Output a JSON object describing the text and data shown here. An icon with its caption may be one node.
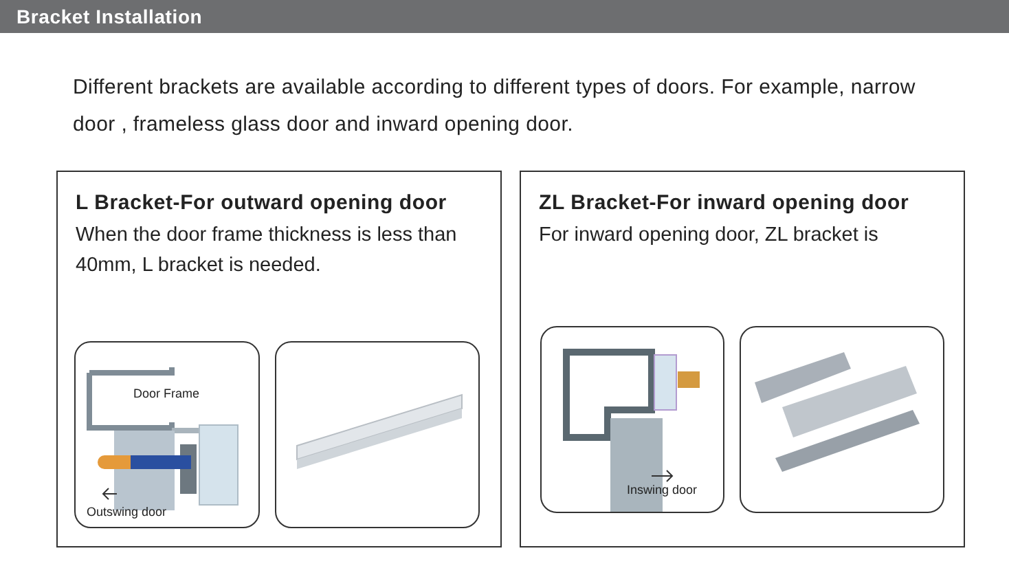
{
  "diagram": {
    "title": "Bracket Installation",
    "nodes": [
      {
        "text": [
          "L Bracket-For outward opening door",
          "When the door frame thickness is less than 40mm, L bracket is needed."
        ]
      },
      {
        "text": [
          "Door Frame",
          "Outswing door"
        ],
        "in": 0
      },
      {
        "text": [],
        "shape": "picture",
        "in": 0
      },
      {
        "text": [
          "ZL Bracket-For inward opening door",
          "For inward opening door, ZL bracket is"
        ]
      },
      {
        "text": [
          "Inswing door"
        ],
        "in": 3
      },
      {
        "text": [],
        "shape": "picture",
        "in": 3
      }
    ],
    "labels": [
      "Different brackets are available according to different types of doors. For example, narrow door , frameless glass door and inward opening door."
    ]
  }
}
